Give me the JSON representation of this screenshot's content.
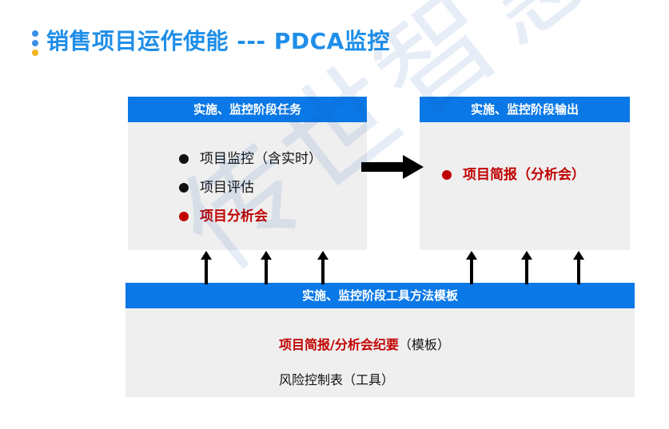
{
  "title": "销售项目运作使能 --- PDCA监控",
  "tasks_panel": {
    "header": "实施、监控阶段任务",
    "items": [
      {
        "text": "项目监控（含实时）",
        "highlight": false
      },
      {
        "text": "项目评估",
        "highlight": false
      },
      {
        "text": "项目分析会",
        "highlight": true
      }
    ]
  },
  "output_panel": {
    "header": "实施、监控阶段输出",
    "items": [
      {
        "text": "项目简报（分析会）",
        "highlight": true
      }
    ]
  },
  "tools_panel": {
    "header": "实施、监控阶段工具方法模板",
    "line1_strong": "项目简报/分析会纪要",
    "line1_rest": "（模板）",
    "line2": "风险控制表（工具）"
  },
  "watermark": "传世智慧",
  "colors": {
    "header_blue": "#0a78e6",
    "title_blue": "#1f8ee8",
    "highlight_red": "#c00000",
    "panel_gray": "#efefef"
  }
}
